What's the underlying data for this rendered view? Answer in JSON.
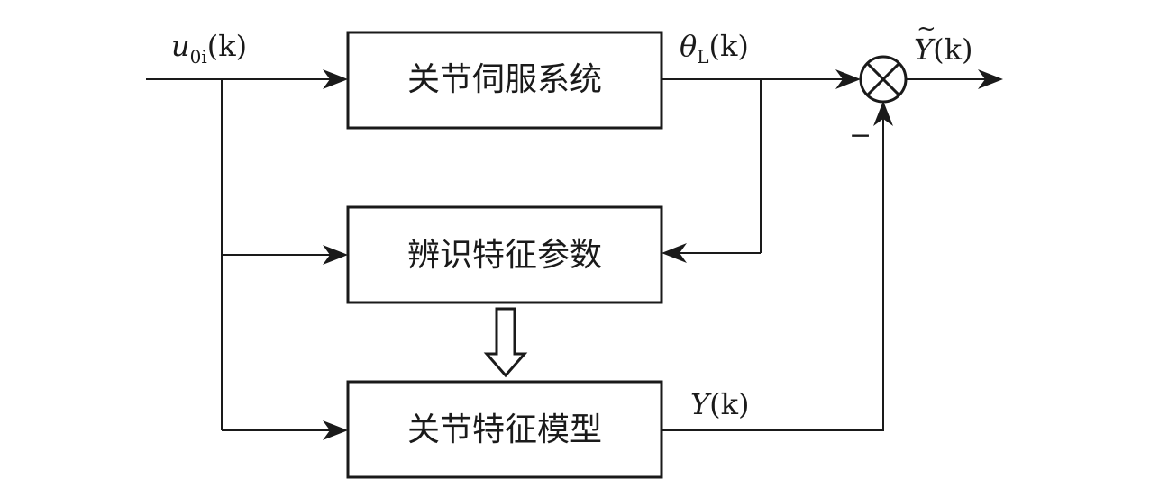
{
  "blocks": {
    "servo": "关节伺服系统",
    "identify": "辨识特征参数",
    "model": "关节特征模型"
  },
  "signals": {
    "input": {
      "base": "u",
      "sub": "0i",
      "arg": "(k)"
    },
    "output_theta": {
      "base": "θ",
      "sub": "L",
      "arg": "(k)"
    },
    "model_output": {
      "base": "Y",
      "arg": "(k)"
    },
    "error_output": {
      "tilde": "~",
      "base": "Y",
      "arg": "(k)"
    }
  },
  "summing_junction": {
    "negative_sign": "−"
  }
}
